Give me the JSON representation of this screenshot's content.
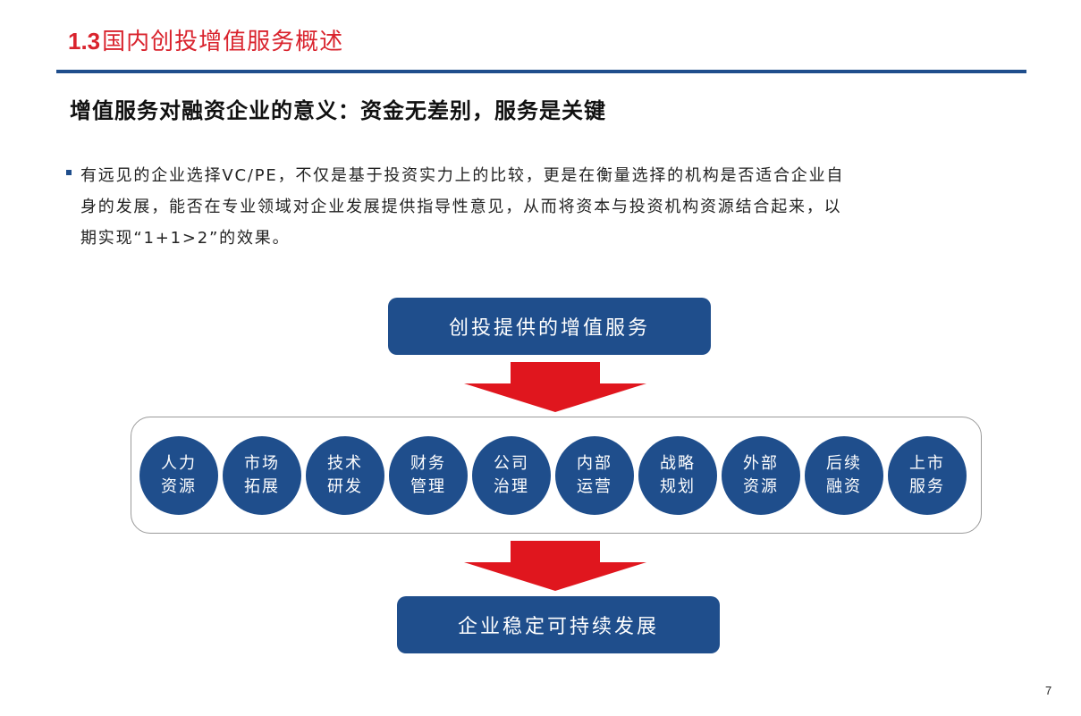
{
  "header": {
    "section_number": "1.3",
    "section_title": "国内创投增值服务概述"
  },
  "subtitle": "增值服务对融资企业的意义：资金无差别，服务是关键",
  "bullet": {
    "lines": [
      "有远见的企业选择VC/PE，不仅是基于投资实力上的比较，更是在衡量选择的机构是否适合企业自",
      "身的发展，能否在专业领域对企业发展提供指导性意见，从而将资本与投资机构资源结合起来，以",
      "期实现“1+1>2”的效果。"
    ]
  },
  "flow": {
    "top_box": "创投提供的增值服务",
    "bottom_box": "企业稳定可持续发展",
    "services": [
      {
        "line1": "人力",
        "line2": "资源"
      },
      {
        "line1": "市场",
        "line2": "拓展"
      },
      {
        "line1": "技术",
        "line2": "研发"
      },
      {
        "line1": "财务",
        "line2": "管理"
      },
      {
        "line1": "公司",
        "line2": "治理"
      },
      {
        "line1": "内部",
        "line2": "运营"
      },
      {
        "line1": "战略",
        "line2": "规划"
      },
      {
        "line1": "外部",
        "line2": "资源"
      },
      {
        "line1": "后续",
        "line2": "融资"
      },
      {
        "line1": "上市",
        "line2": "服务"
      }
    ]
  },
  "page_number": "7",
  "colors": {
    "accent_red": "#d9232d",
    "navy": "#1f4e8c",
    "arrow_red": "#e0161e"
  }
}
